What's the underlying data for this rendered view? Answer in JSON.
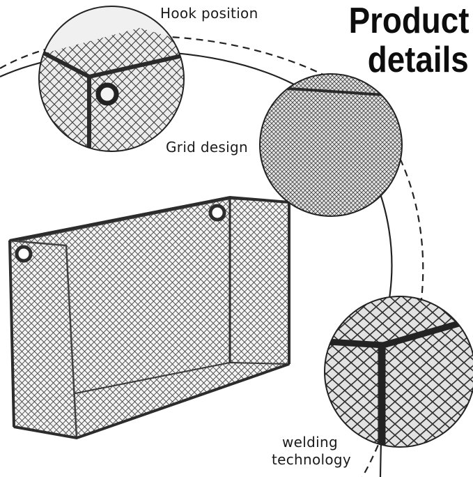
{
  "title": {
    "line1": "Product",
    "line2": "details"
  },
  "callouts": {
    "hook": "Hook position",
    "grid": "Grid design",
    "welding_line1": "welding",
    "welding_line2": "technology"
  },
  "colors": {
    "wire": "#3a3a3a",
    "mesh": "#4a4a4a",
    "background": "#ffffff",
    "text": "#111111"
  }
}
